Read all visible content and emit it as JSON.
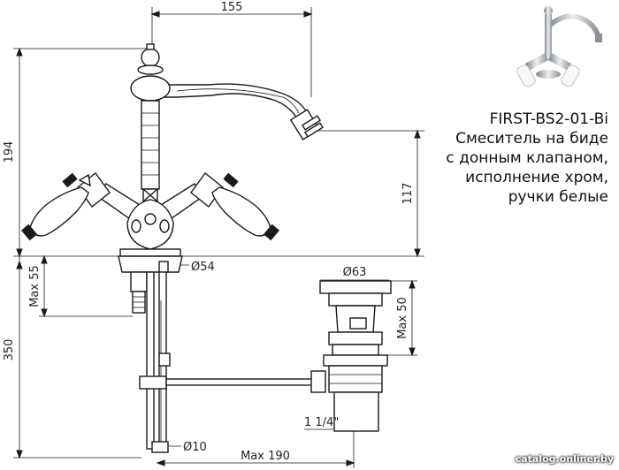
{
  "product": {
    "model": "FIRST-BS2-01-Bi",
    "description_lines": [
      "Смеситель на биде",
      "с донным клапаном,",
      "исполнение хром,",
      "ручки белые"
    ]
  },
  "dimensions": {
    "width_top": "155",
    "height_total": "194",
    "height_spout": "117",
    "max_55": "Max 55",
    "d54": "Ø54",
    "d63": "Ø63",
    "max_50": "Max 50",
    "h350": "350",
    "thread": "1 1/4\"",
    "d10": "Ø10",
    "max_190": "Max 190"
  },
  "watermark": "catalog.onliner.by"
}
